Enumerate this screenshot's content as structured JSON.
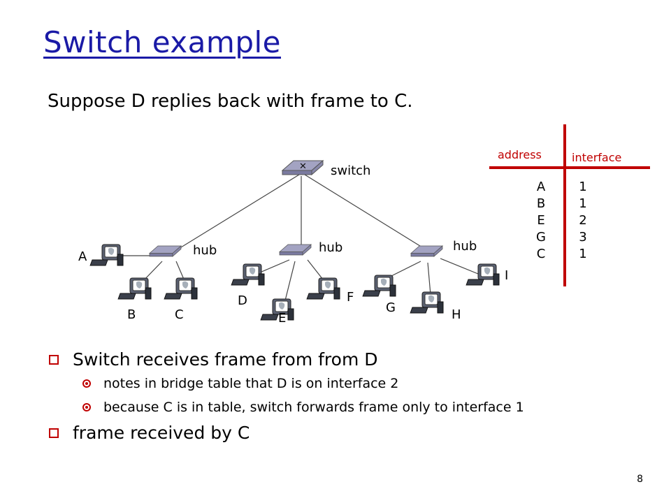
{
  "slide": {
    "title": "Switch example",
    "subtitle": "Suppose D replies back with frame to C.",
    "page_number": "8"
  },
  "diagram": {
    "switch_label": "switch",
    "hub_labels": [
      "hub",
      "hub",
      "hub"
    ],
    "hosts": [
      "A",
      "B",
      "C",
      "D",
      "E",
      "F",
      "G",
      "H",
      "I"
    ],
    "table": {
      "address_header": "address",
      "interface_header": "interface",
      "rows": [
        {
          "address": "A",
          "interface": "1"
        },
        {
          "address": "B",
          "interface": "1"
        },
        {
          "address": "E",
          "interface": "2"
        },
        {
          "address": "G",
          "interface": "3"
        },
        {
          "address": "C",
          "interface": "1"
        }
      ]
    }
  },
  "bullets": [
    {
      "text": "Switch receives frame from from D",
      "sub": [
        "notes in bridge table that D is on interface 2",
        "because C is in table, switch forwards frame only to interface 1"
      ]
    },
    {
      "text": "frame received by C",
      "sub": []
    }
  ],
  "colors": {
    "title": "#1a1aa6",
    "bullet": "#c00000",
    "table_divider": "#c00000",
    "hub": "#9a9ab8",
    "switch": "#9a9ab8"
  }
}
